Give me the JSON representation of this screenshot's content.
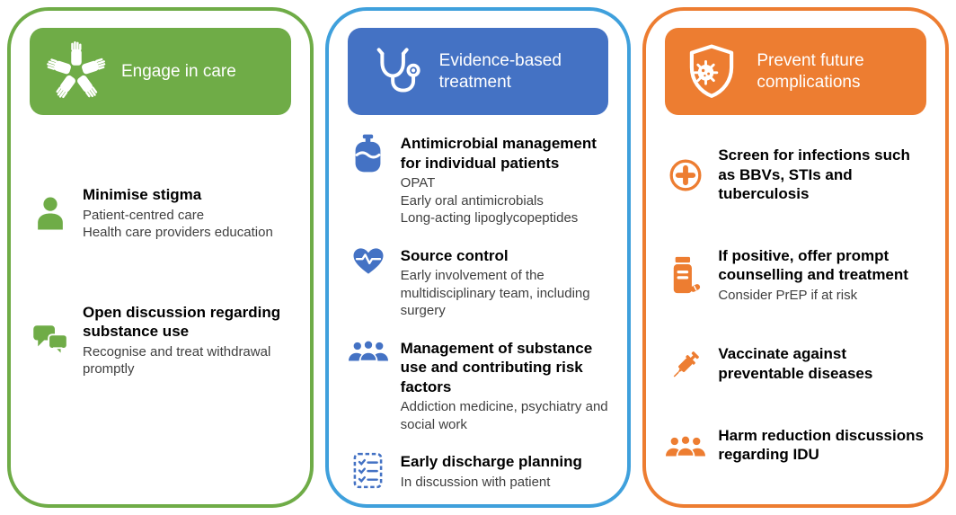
{
  "palette": {
    "green": "#6FAC47",
    "blue_header": "#4472C4",
    "blue_border": "#3FA0DC",
    "orange": "#ED7D31",
    "title_text": "#000000",
    "sub_text": "#3F3F3F"
  },
  "columns": [
    {
      "title": "Engage in care",
      "header_icon": "teamwork-hands-icon",
      "items": [
        {
          "icon": "person-icon",
          "title": "Minimise stigma",
          "subs": [
            "Patient-centred care",
            "Health care providers education"
          ]
        },
        {
          "icon": "chat-bubbles-icon",
          "title": "Open discussion regarding substance use",
          "subs": [
            "Recognise and treat withdrawal promptly"
          ]
        }
      ]
    },
    {
      "title": "Evidence-based treatment",
      "header_icon": "stethoscope-icon",
      "items": [
        {
          "icon": "iv-bag-icon",
          "title": "Antimicrobial management for individual patients",
          "subs": [
            "OPAT",
            "Early oral antimicrobials",
            "Long-acting lipoglycopeptides"
          ]
        },
        {
          "icon": "heart-pulse-icon",
          "title": "Source control",
          "subs": [
            "Early involvement of the multidisciplinary team, including surgery"
          ]
        },
        {
          "icon": "people-group-icon",
          "title": "Management of substance use and contributing risk factors",
          "subs": [
            "Addiction medicine, psychiatry and social work"
          ]
        },
        {
          "icon": "checklist-icon",
          "title": "Early discharge planning",
          "subs": [
            "In discussion with patient"
          ]
        }
      ]
    },
    {
      "title": "Prevent future complications",
      "header_icon": "shield-virus-icon",
      "items": [
        {
          "icon": "medical-cross-icon",
          "title": "Screen for infections such as BBVs, STIs and tuberculosis",
          "subs": []
        },
        {
          "icon": "pill-bottle-icon",
          "title": "If positive, offer prompt counselling and treatment",
          "subs": [
            "Consider PrEP if at risk"
          ]
        },
        {
          "icon": "syringe-icon",
          "title": "Vaccinate against preventable diseases",
          "subs": []
        },
        {
          "icon": "people-group-icon",
          "title": "Harm reduction discussions regarding IDU",
          "subs": []
        }
      ]
    }
  ]
}
